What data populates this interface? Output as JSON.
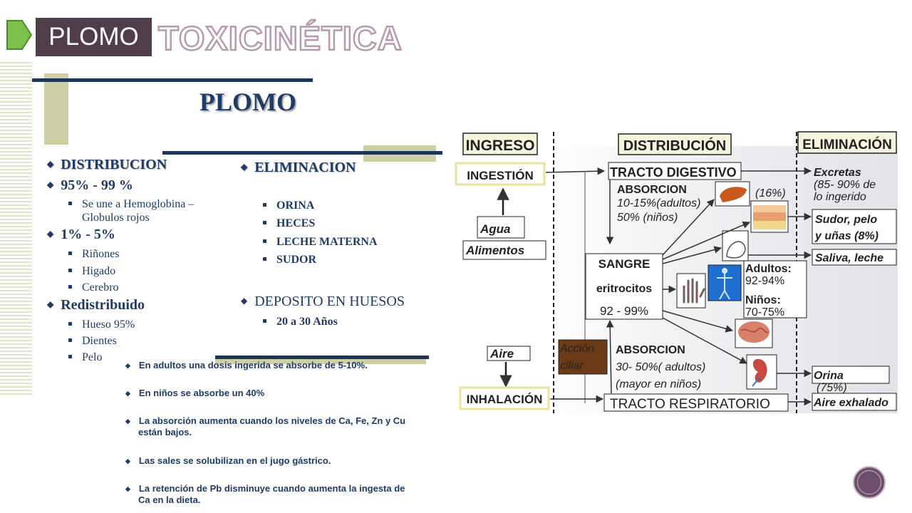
{
  "header": {
    "label": "PLOMO",
    "title": "TOXICINÉTICA"
  },
  "subtitle": "PLOMO",
  "left_col": {
    "items": [
      {
        "text": "DISTRIBUCION",
        "subs": []
      },
      {
        "text": "95%  - 99 %",
        "subs": [
          "Se une a Hemoglobina –",
          "Globulos rojos"
        ]
      },
      {
        "text": "1% - 5%",
        "subs": [
          "Riñones",
          "Higado",
          "Cerebro"
        ]
      },
      {
        "text": "Redistribuido",
        "subs": [
          "Hueso 95%",
          "Dientes",
          "Pelo"
        ]
      }
    ]
  },
  "right_col": {
    "elim_title": "ELIMINACION",
    "elim_items": [
      "ORINA",
      "HECES",
      "LECHE MATERNA",
      "SUDOR"
    ],
    "deposit_title": "DEPOSITO EN HUESOS",
    "deposit_items": [
      "20 a 30 Años"
    ]
  },
  "notes": [
    "En adultos una dosis ingerida se absorbe de 5-10%.",
    "En niños se absorbe un 40%",
    "La absorción aumenta cuando los niveles de Ca, Fe, Zn y Cu",
    "están bajos.",
    "Las sales se solubilizan en el jugo gástrico.",
    "La retención de Pb disminuye cuando aumenta la ingesta de",
    "Ca en la dieta."
  ],
  "diagram": {
    "ingreso": "INGRESO",
    "distribucion": "DISTRIBUCIÓN",
    "eliminacion": "ELIMINACIÓN",
    "ingestion": "INGESTIÓN",
    "agua": "Agua",
    "alimentos": "Alimentos",
    "tracto_digestivo": "TRACTO DIGESTIVO",
    "absorcion1": "ABSORCION",
    "abs1_adultos": "10-15%(adultos)",
    "abs1_ninos": "50% (niños)",
    "pct16": "(16%)",
    "excretas1": "Excretas",
    "excretas2": "(85- 90%  de",
    "excretas3": "lo ingerido",
    "sudor1": "Sudor, pelo",
    "sudor2": "y uñas (8%)",
    "saliva": "Saliva, leche",
    "sangre": "SANGRE",
    "eritrocitos": "eritrocitos",
    "sangre_pct": "92 - 99%",
    "adultos_label": "Adultos:",
    "adultos_val": "92-94%",
    "ninos_label": "Niños:",
    "ninos_val": "70-75%",
    "aire": "Aire",
    "accion1": "Acción",
    "accion2": "ciliar",
    "absorcion2": "ABSORCION",
    "abs2_adultos": "30- 50%( adultos)",
    "abs2_ninos": "(mayor en niños)",
    "orina": "Orina",
    "orina_pct": "(75%)",
    "inhalacion": "INHALACIÓN",
    "tracto_resp": "TRACTO RESPIRATORIO",
    "aire_exhalado": "Aire exhalado",
    "colors": {
      "box_border": "#e7e39c",
      "accion_bg": "#6b3a16",
      "arrow": "#444444"
    }
  }
}
